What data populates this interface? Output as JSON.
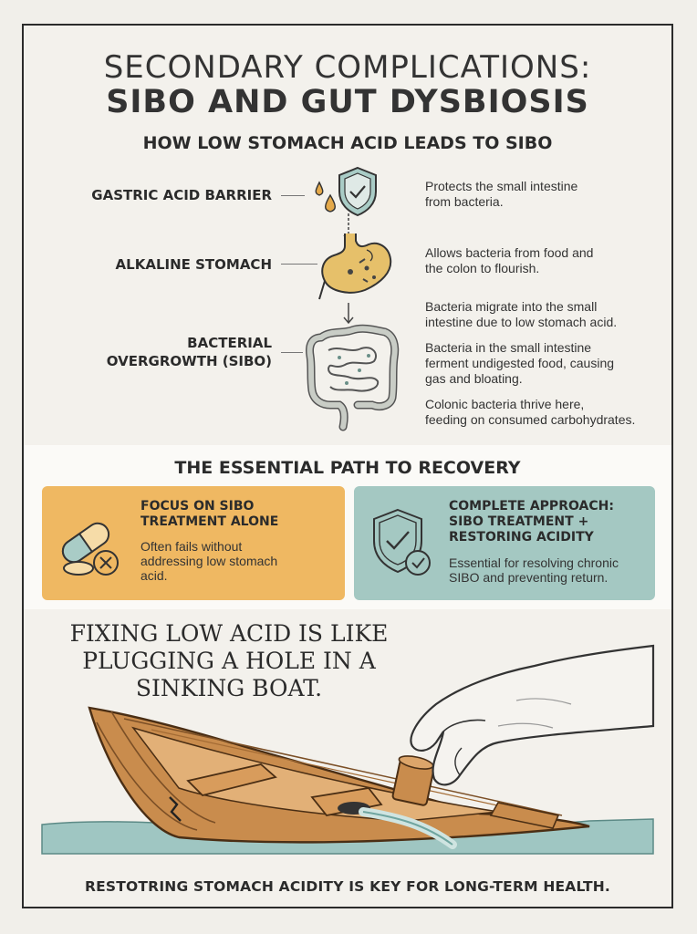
{
  "header": {
    "title_line1": "SECONDARY COMPLICATIONS:",
    "title_line2": "SIBO AND GUT DYSBIOSIS",
    "subtitle": "HOW LOW STOMACH ACID LEADS TO SIBO"
  },
  "steps": [
    {
      "label": "GASTRIC ACID BARRIER",
      "icon": "shield-acid-drops-icon",
      "descriptions": [
        "Protects the small intestine\nfrom bacteria."
      ]
    },
    {
      "label": "ALKALINE STOMACH",
      "icon": "stomach-icon",
      "descriptions": [
        "Allows bacteria from food and\nthe colon to flourish."
      ]
    },
    {
      "label": "BACTERIAL\nOVERGROWTH (SIBO)",
      "icon": "intestines-icon",
      "descriptions": [
        "Bacteria migrate into the small\nintestine due to low stomach acid.",
        "Bacteria in the small intestine\nferment undigested food, causing\ngas and bloating.",
        "Colonic bacteria thrive here,\nfeeding on consumed carbohydrates."
      ]
    }
  ],
  "recovery": {
    "title": "THE ESSENTIAL PATH TO RECOVERY",
    "cards": [
      {
        "title": "FOCUS ON SIBO\nTREATMENT ALONE",
        "body": "Often fails without\naddressing low stomach\nacid.",
        "icon": "pill-with-x-icon",
        "color": "#efb862"
      },
      {
        "title": "COMPLETE APPROACH:\nSIBO TREATMENT +\nRESTORING ACIDITY",
        "body": "Essential for resolving chronic\nSIBO and preventing return.",
        "icon": "shield-check-icon",
        "color": "#a4c8c2"
      }
    ]
  },
  "analogy": {
    "quote": "FIXING LOW ACID IS LIKE\nPLUGGING A HOLE IN A\nSINKING BOAT.",
    "illustration": "hand-plugging-boat-illustration"
  },
  "footer": {
    "text": "RESTOTRING STOMACH ACIDITY IS KEY FOR LONG-TERM HEALTH."
  }
}
